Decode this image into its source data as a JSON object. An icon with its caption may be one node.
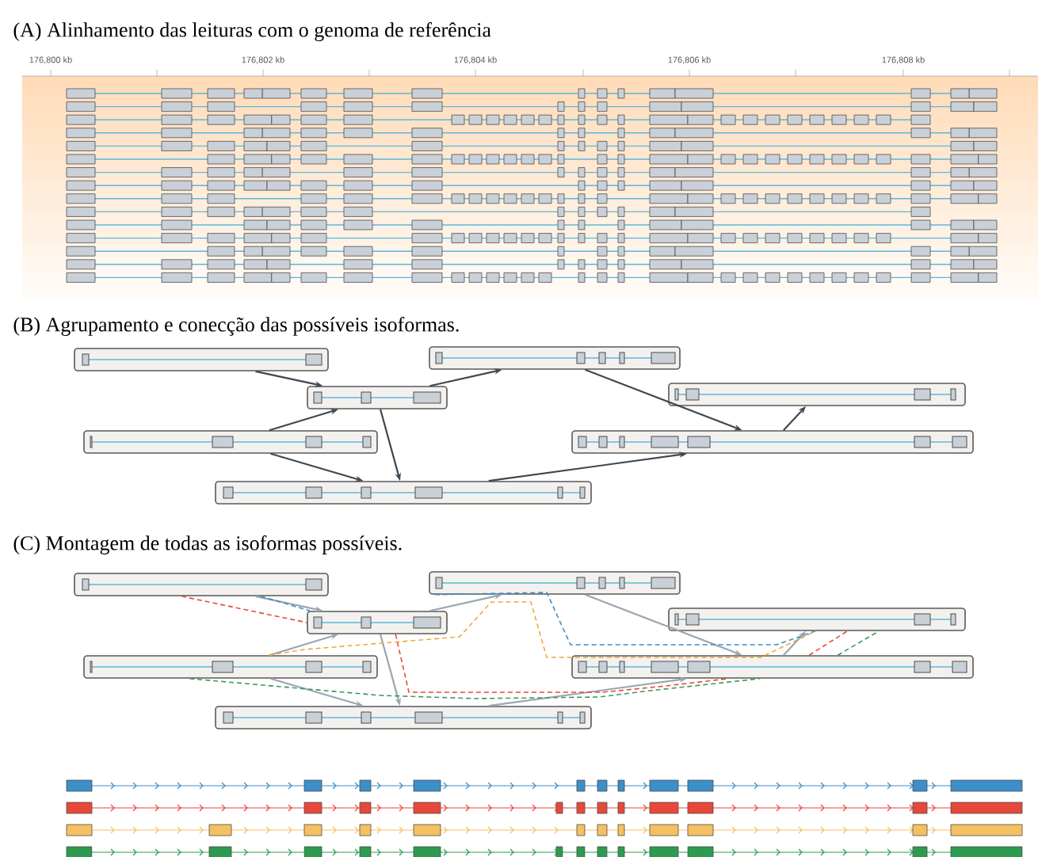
{
  "diagram": {
    "nodes": [
      {
        "text": [],
        "shape": "box"
      },
      {
        "text": [],
        "shape": "box"
      },
      {
        "text": [],
        "shape": "box"
      },
      {
        "text": [],
        "shape": "box"
      },
      {
        "text": [],
        "shape": "box"
      },
      {
        "text": [],
        "shape": "box"
      },
      {
        "text": [],
        "shape": "box"
      },
      {
        "text": [],
        "shape": "box"
      },
      {
        "text": [],
        "shape": "box"
      },
      {
        "text": [],
        "shape": "box"
      },
      {
        "text": [],
        "shape": "box"
      },
      {
        "text": [],
        "shape": "box"
      },
      {
        "text": [],
        "shape": "box"
      },
      {
        "text": [],
        "shape": "box"
      }
    ],
    "edges": [
      {
        "from": 0,
        "to": 2,
        "arrow": "to"
      },
      {
        "from": 4,
        "to": 2,
        "arrow": "to"
      },
      {
        "from": 2,
        "to": 1,
        "arrow": "to"
      },
      {
        "from": 2,
        "to": 6,
        "arrow": "to"
      },
      {
        "from": 4,
        "to": 6,
        "arrow": "to"
      },
      {
        "from": 1,
        "to": 5,
        "arrow": "to"
      },
      {
        "from": 6,
        "to": 5,
        "arrow": "to"
      },
      {
        "from": 5,
        "to": 3,
        "arrow": "to"
      },
      {
        "from": 7,
        "to": 9,
        "arrow": "to",
        "color": "#9aa6b0"
      },
      {
        "from": 11,
        "to": 9,
        "arrow": "to",
        "color": "#9aa6b0"
      },
      {
        "from": 9,
        "to": 8,
        "arrow": "to",
        "color": "#9aa6b0"
      },
      {
        "from": 9,
        "to": 13,
        "arrow": "to",
        "color": "#9aa6b0"
      },
      {
        "from": 11,
        "to": 13,
        "arrow": "to",
        "color": "#9aa6b0"
      },
      {
        "from": 8,
        "to": 12,
        "arrow": "to",
        "color": "#9aa6b0"
      },
      {
        "from": 13,
        "to": 12,
        "arrow": "to",
        "color": "#9aa6b0"
      },
      {
        "from": 12,
        "to": 10,
        "arrow": "to",
        "color": "#9aa6b0"
      },
      {
        "from": 7,
        "to": 9,
        "arrow": "none",
        "style": "dashed",
        "color": "#e8483a"
      },
      {
        "from": 7,
        "to": 9,
        "arrow": "none",
        "style": "dashed",
        "color": "#3c8fc8"
      },
      {
        "from": 8,
        "to": 10,
        "arrow": "none",
        "style": "dashed",
        "color": "#3c8fc8"
      },
      {
        "from": 11,
        "to": 10,
        "arrow": "none",
        "style": "dashed",
        "color": "#f0a840"
      },
      {
        "from": 11,
        "to": 12,
        "arrow": "none",
        "style": "dashed",
        "color": "#3a9a5a"
      },
      {
        "from": 12,
        "to": 10,
        "arrow": "none",
        "style": "dashed",
        "color": "#3a9a5a"
      },
      {
        "from": 9,
        "to": 12,
        "arrow": "none",
        "style": "dashed",
        "color": "#e8483a"
      },
      {
        "from": 12,
        "to": 10,
        "arrow": "none",
        "style": "dashed",
        "color": "#e8483a"
      }
    ],
    "labels": [
      "(A) Alinhamento das leituras com o genoma de referência",
      "176,800 kb",
      "176,802 kb",
      "176,804 kb",
      "176,806 kb",
      "176,808 kb",
      "(B) Agrupamento e conecção das possíveis isoformas.",
      "(C) Montagem de todas as isoformas  possíveis."
    ]
  }
}
